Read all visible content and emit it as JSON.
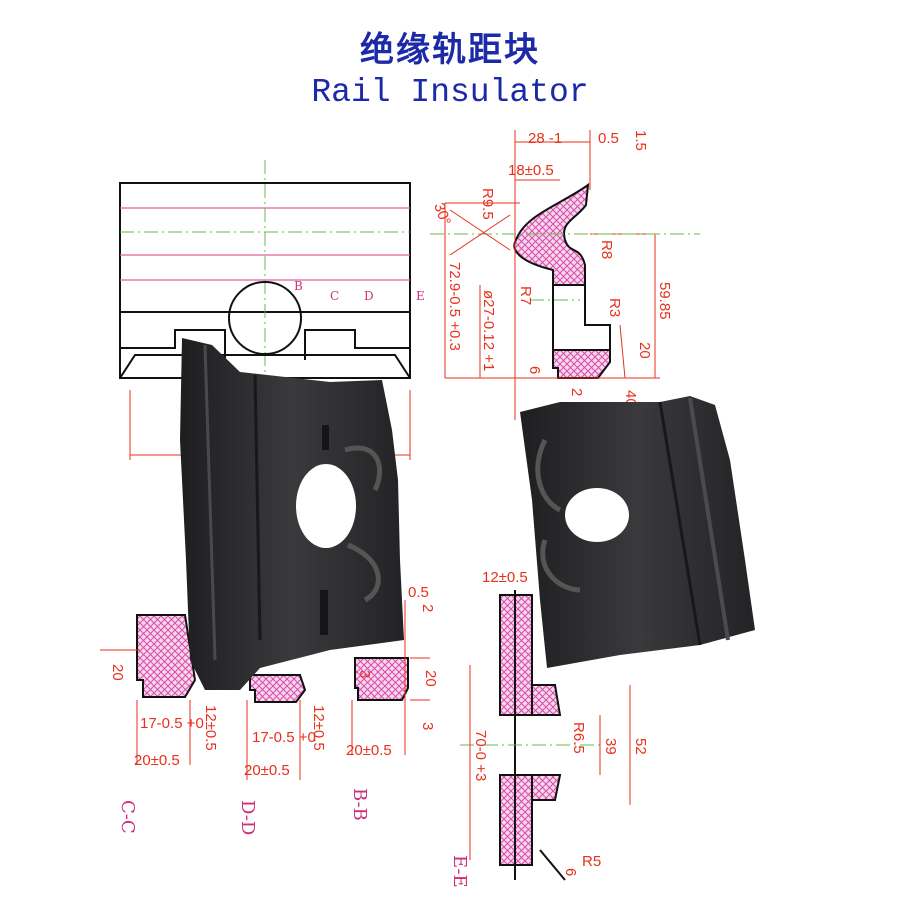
{
  "header": {
    "title_cn": "绝缘轨距块",
    "title_en": "Rail Insulator"
  },
  "section_labels": {
    "cc": "C-C",
    "dd": "D-D",
    "bb": "B-B",
    "ee": "E-E"
  },
  "section_markers": {
    "b": "B",
    "c": "C",
    "d": "D",
    "e": "E"
  },
  "dimensions": {
    "top_width": "28 -1",
    "top_offset": "0.5",
    "top_angle_len": "1.5",
    "inner_width": "18±0.5",
    "r9_5": "R9.5",
    "angle": "30°",
    "r8": "R8",
    "r7": "R7",
    "r3": "R3",
    "h59_85": "59.85",
    "h72_9": "72.9-0.5 +0.3",
    "d27": "ø27-0.12 +1",
    "h20": "20",
    "d6": "6",
    "d2": "2",
    "d40": "40",
    "ee_12": "12±0.5",
    "ee_r6_5": "R6.5",
    "ee_39": "39",
    "ee_52": "52",
    "ee_70": "70-0 +3",
    "ee_r5": "R5",
    "ee_6": "6",
    "cc_20": "20",
    "cc_17": "17-0.5 +0",
    "cc_12": "12±0.5",
    "cc_20w": "20±0.5",
    "dd_17": "17-0.5 +0",
    "dd_12": "12±0.5",
    "dd_20w": "20±0.5",
    "bb_20": "20",
    "bb_3": "3",
    "bb_2": "2",
    "bb_05": "0.5",
    "bb_20w": "20±0.5",
    "bb_3b": "3"
  },
  "colors": {
    "title": "#1c2aa8",
    "dimension": "#e8301c",
    "section": "#d0307a",
    "part": "#2b2b2d",
    "hatch": "#e060b0"
  }
}
